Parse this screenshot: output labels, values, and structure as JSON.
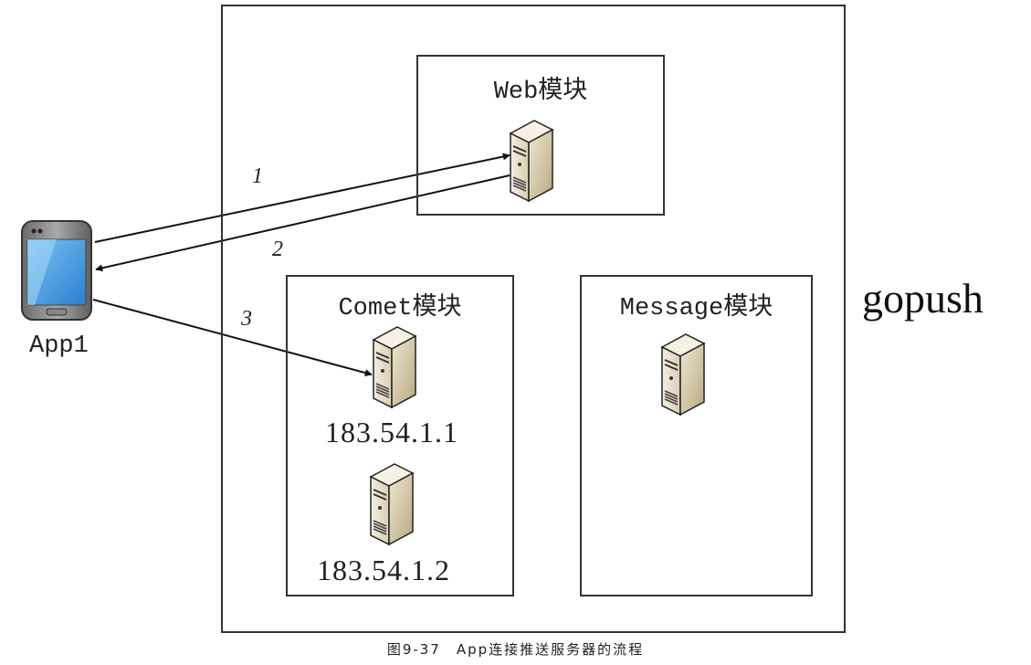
{
  "system": {
    "label": "gopush"
  },
  "client": {
    "label": "App1",
    "icon": "smartphone-icon"
  },
  "modules": {
    "web": {
      "title": "Web模块",
      "servers": [
        {
          "icon": "server-icon"
        }
      ]
    },
    "comet": {
      "title": "Comet模块",
      "servers": [
        {
          "icon": "server-icon",
          "ip": "183.54.1.1"
        },
        {
          "icon": "server-icon",
          "ip": "183.54.1.2"
        }
      ]
    },
    "message": {
      "title": "Message模块",
      "servers": [
        {
          "icon": "server-icon"
        }
      ]
    }
  },
  "steps": [
    {
      "label": "1",
      "from": "App1",
      "to": "Web模块"
    },
    {
      "label": "2",
      "from": "Web模块",
      "to": "App1"
    },
    {
      "label": "3",
      "from": "App1",
      "to": "183.54.1.1"
    }
  ],
  "caption": "图9-37　App连接推送服务器的流程"
}
